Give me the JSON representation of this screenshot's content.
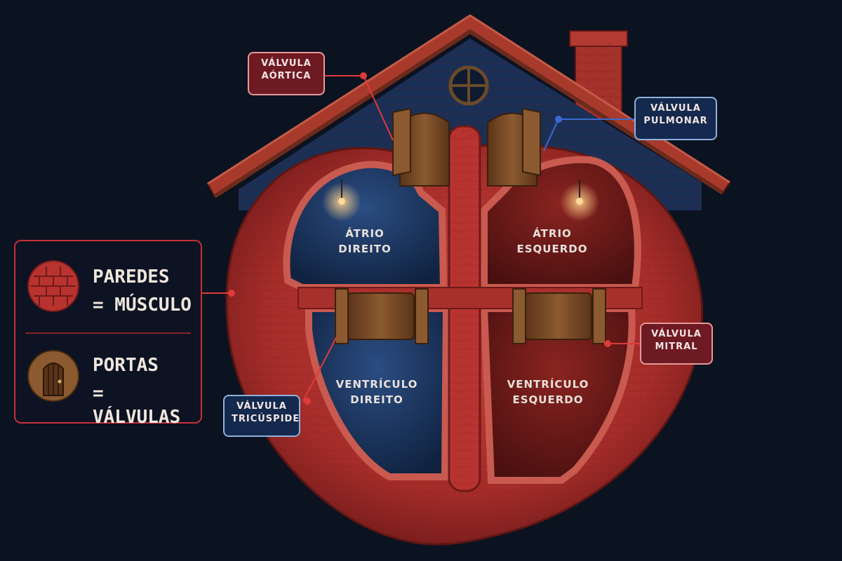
{
  "labels": {
    "aortic": "VÁLVULA\nAÓRTICA",
    "pulmonary": "VÁLVULA\nPULMONAR",
    "mitral": "VÁLVULA\nMITRAL",
    "tricuspid": "VÁLVULA\nTRICÚSPIDE"
  },
  "rooms": {
    "right_atrium": "ÁTRIO\nDIREITO",
    "left_atrium": "ÁTRIO\nESQUERDO",
    "right_ventricle": "VENTRÍCULO\nDIREITO",
    "left_ventricle": "VENTRÍCULO\nESQUERDO"
  },
  "legend": {
    "walls_line1": "PAREDES",
    "walls_line2": "= MÚSCULO",
    "doors_line1": "PORTAS",
    "doors_line2": "= VÁLVULAS"
  },
  "colors": {
    "background": "#0b1220",
    "muscle": "#b8332f",
    "right_side": "#1e3760",
    "left_side": "#6b1a1a",
    "roof": "#a83a2c",
    "door": "#7a4a26",
    "label_red": "#6e1a22",
    "label_blue": "#14294d"
  }
}
